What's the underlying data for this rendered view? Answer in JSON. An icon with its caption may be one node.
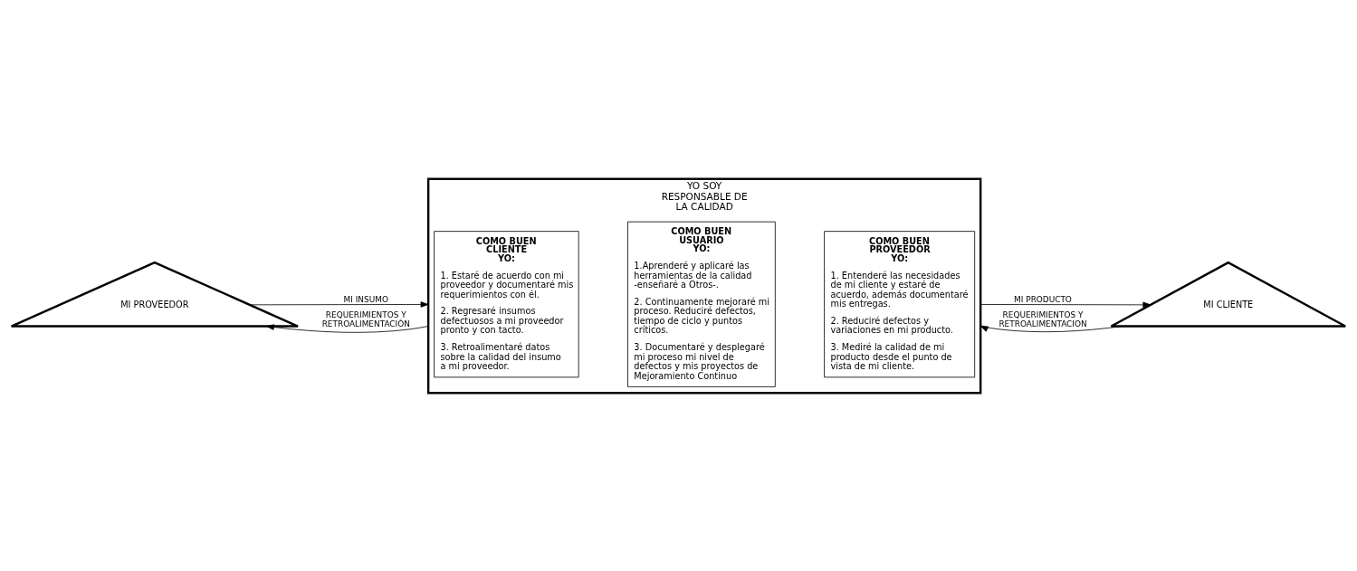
{
  "diagram": {
    "nodes": [
      {
        "text": [
          "MI PROVEEDOR"
        ]
      },
      {
        "text": [
          "YO SOY RESPONSABLE DE LA CALIDAD"
        ]
      },
      {
        "text": [
          "COMO BUEN CLIENTE YO:",
          "1. Estaré de acuerdo con mi proveedor y documentaré mis requerimientos con él.",
          "2. Regresaré insumos defectuosos a mi proveedor pronto y con tacto.",
          "3. Retroalimentaré datos sobre la calidad del insumo a mi proveedor."
        ],
        "in": 1
      },
      {
        "text": [
          "COMO BUEN USUARIO YO:",
          "1.Aprenderé y aplicaré las herramientas de la calidad -enseñaré a Otros-.",
          "2. Continuamente mejoraré mi proceso. Reduciré defectos, tiempo de ciclo y puntos críticos.",
          "3. Documentaré y desplegaré mi proceso mi nivel de defectos y mis proyectos de Mejoramiento Continuo"
        ],
        "in": 1
      },
      {
        "text": [
          "COMO BUEN PROVEEDOR YO:",
          "1. Entenderé las necesidades de mi cliente y estaré de acuerdo, además documentaré mis entregas.",
          "2. Reduciré defectos y variaciones en mi producto.",
          "3. Mediré la calidad de mi producto desde el punto de vista de mi cliente."
        ],
        "in": 1
      },
      {
        "text": [
          "MI CLIENTE"
        ]
      }
    ],
    "edges": [
      {
        "from": 0,
        "to": 1,
        "arrow": "to",
        "label": "MI INSUMO"
      },
      {
        "from": 1,
        "to": 5,
        "arrow": "to",
        "label": "MI PRODUCTO"
      },
      {
        "from": 1,
        "to": 0,
        "arrow": "to",
        "label": "REQUERIMIENTOS Y RETROALIMENTACIÓN"
      },
      {
        "from": 5,
        "to": 1,
        "arrow": "to",
        "label": "REQUERIMIENTOS Y RETROALIMENTACION"
      }
    ]
  }
}
